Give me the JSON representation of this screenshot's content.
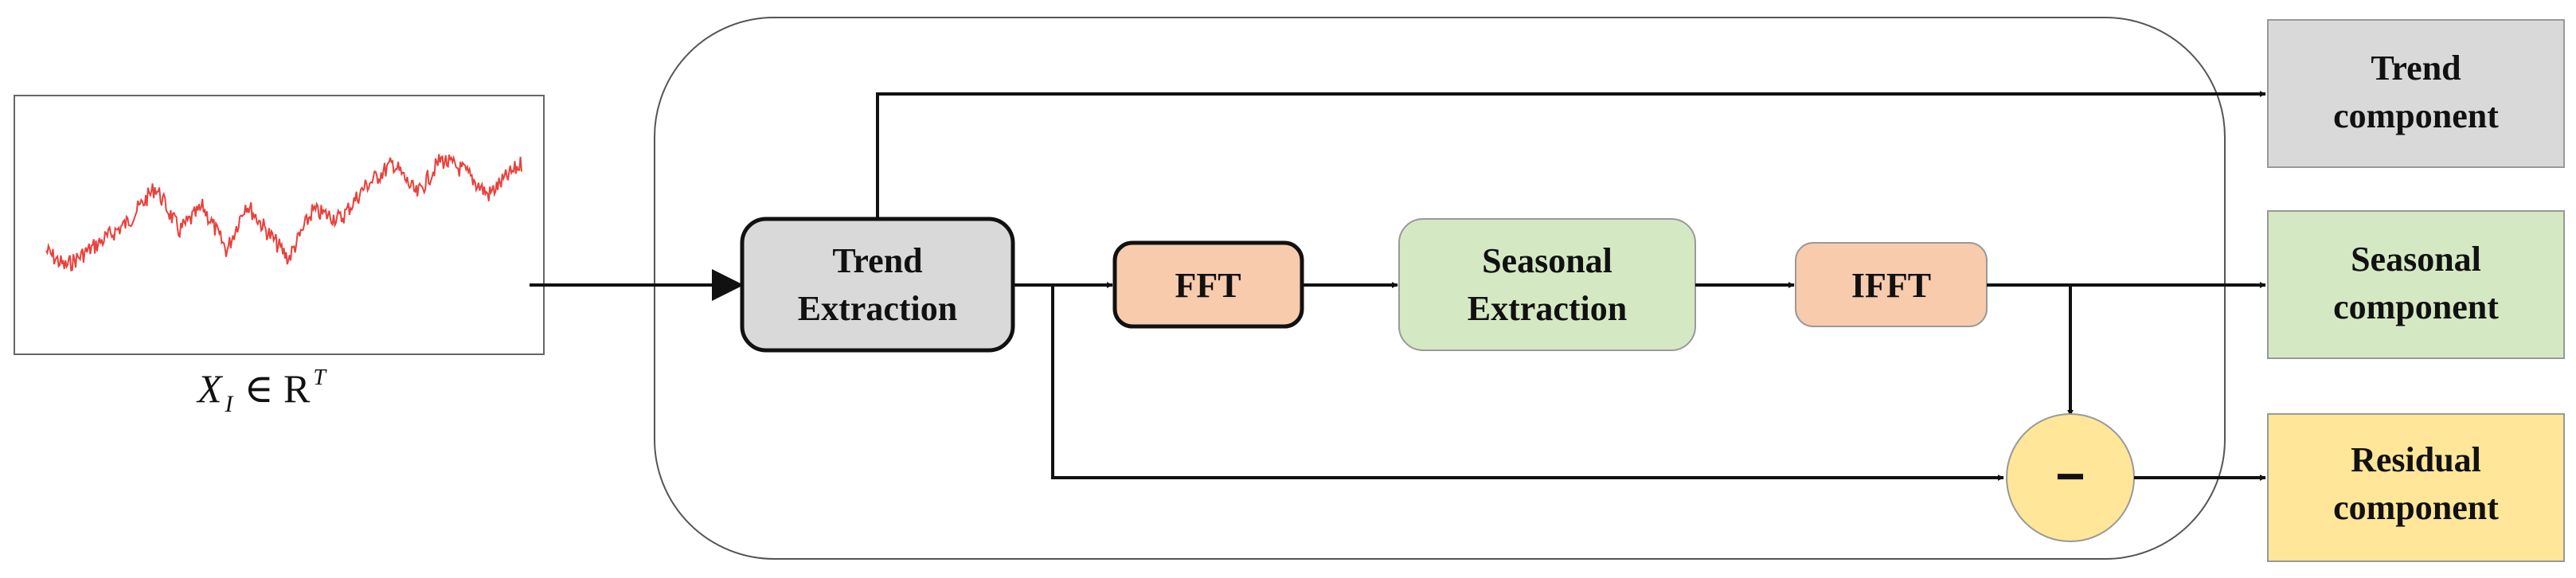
{
  "input": {
    "caption_main": "X",
    "caption_sub": "I",
    "caption_rel": "∈ R",
    "caption_sup": "T",
    "signal_color": "#e8413c"
  },
  "blocks": {
    "trend_extraction": {
      "line1": "Trend",
      "line2": "Extraction"
    },
    "fft": {
      "label": "FFT"
    },
    "seasonal_extraction": {
      "line1": "Seasonal",
      "line2": "Extraction"
    },
    "ifft": {
      "label": "IFFT"
    },
    "subtract": {
      "symbol": "−"
    }
  },
  "outputs": {
    "trend": {
      "line1": "Trend",
      "line2": "component"
    },
    "seasonal": {
      "line1": "Seasonal",
      "line2": "component"
    },
    "residual": {
      "line1": "Residual",
      "line2": "component"
    }
  },
  "colors": {
    "gray_fill": "#d9d9d9",
    "orange_fill": "#f8cbad",
    "green_fill": "#d5e8c4",
    "yellow_fill": "#ffe699",
    "stroke": "#111111"
  }
}
